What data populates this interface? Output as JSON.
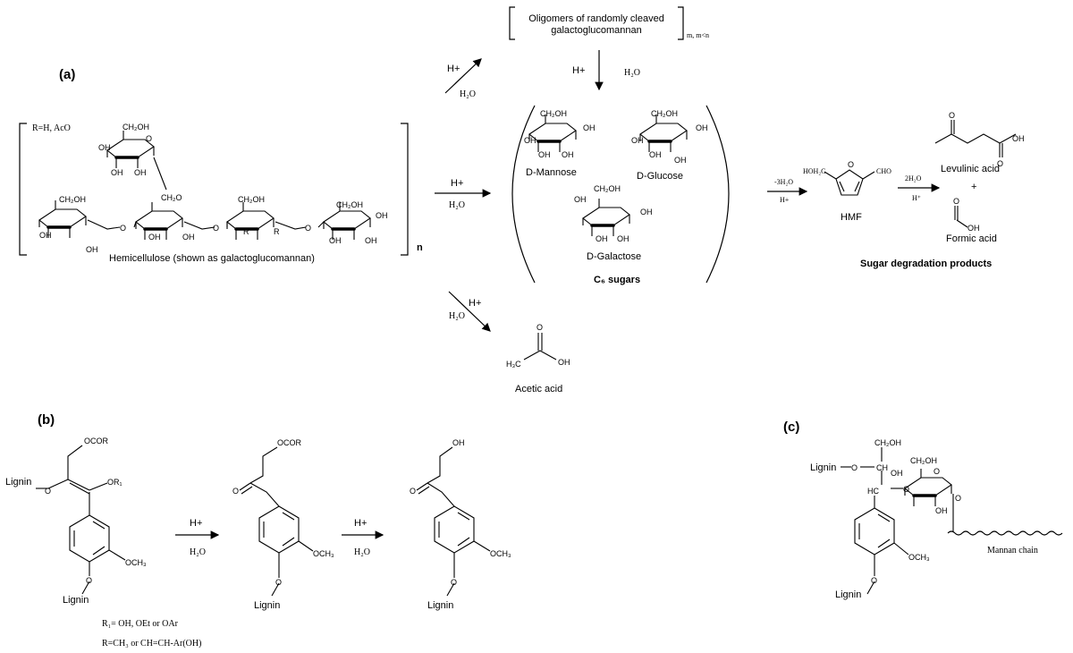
{
  "panels": {
    "a": "(a)",
    "b": "(b)",
    "c": "(c)"
  },
  "hemicellulose": {
    "substituent": "R=H, AcO",
    "caption": "Hemicellulose (shown as galactoglucomannan)",
    "repeat": "n",
    "ch2oh": "CH₂OH",
    "ch2o": "CH₂O",
    "oh": "OH",
    "o": "O",
    "r": "R"
  },
  "oligomers": {
    "line1": "Oligomers of randomly cleaved",
    "line2": "galactoglucomannan",
    "sub": "m, m<n"
  },
  "reagents": {
    "h_plus": "H+",
    "water": "H₂O",
    "minus_3h2o": "-3H₂O",
    "two_h2o": "2H₂O",
    "h_sup": "H⁺",
    "h_plus_ser": "H+"
  },
  "sugars": {
    "mannose": "D-Mannose",
    "glucose": "D-Glucose",
    "galactose": "D-Galactose",
    "group_label": "C₆ sugars"
  },
  "hmf": {
    "name": "HMF",
    "hoh2c": "HOH₂C",
    "cho": "CHO"
  },
  "degradation": {
    "levulinic": "Levulinic acid",
    "formic": "Formic acid",
    "plus": "+",
    "title": "Sugar degradation products",
    "oh": "OH",
    "o": "O"
  },
  "acetic": {
    "name": "Acetic acid",
    "h3c": "H₃C",
    "oh": "OH",
    "o": "O"
  },
  "lignin_b": {
    "lignin": "Lignin",
    "ocor": "OCOR",
    "or1": "OR₁",
    "och3": "OCH₃",
    "oh": "OH",
    "o": "O",
    "r1_def": "R₁= OH, OEt or OAr",
    "r_def": "R=CH₃ or CH=CH-Ar(OH)"
  },
  "lignin_c": {
    "lignin": "Lignin",
    "ch2oh": "CH₂OH",
    "ch": "CH",
    "hc": "HC",
    "oh": "OH",
    "o": "O",
    "och3": "OCH₃",
    "mannan": "Mannan chain"
  }
}
